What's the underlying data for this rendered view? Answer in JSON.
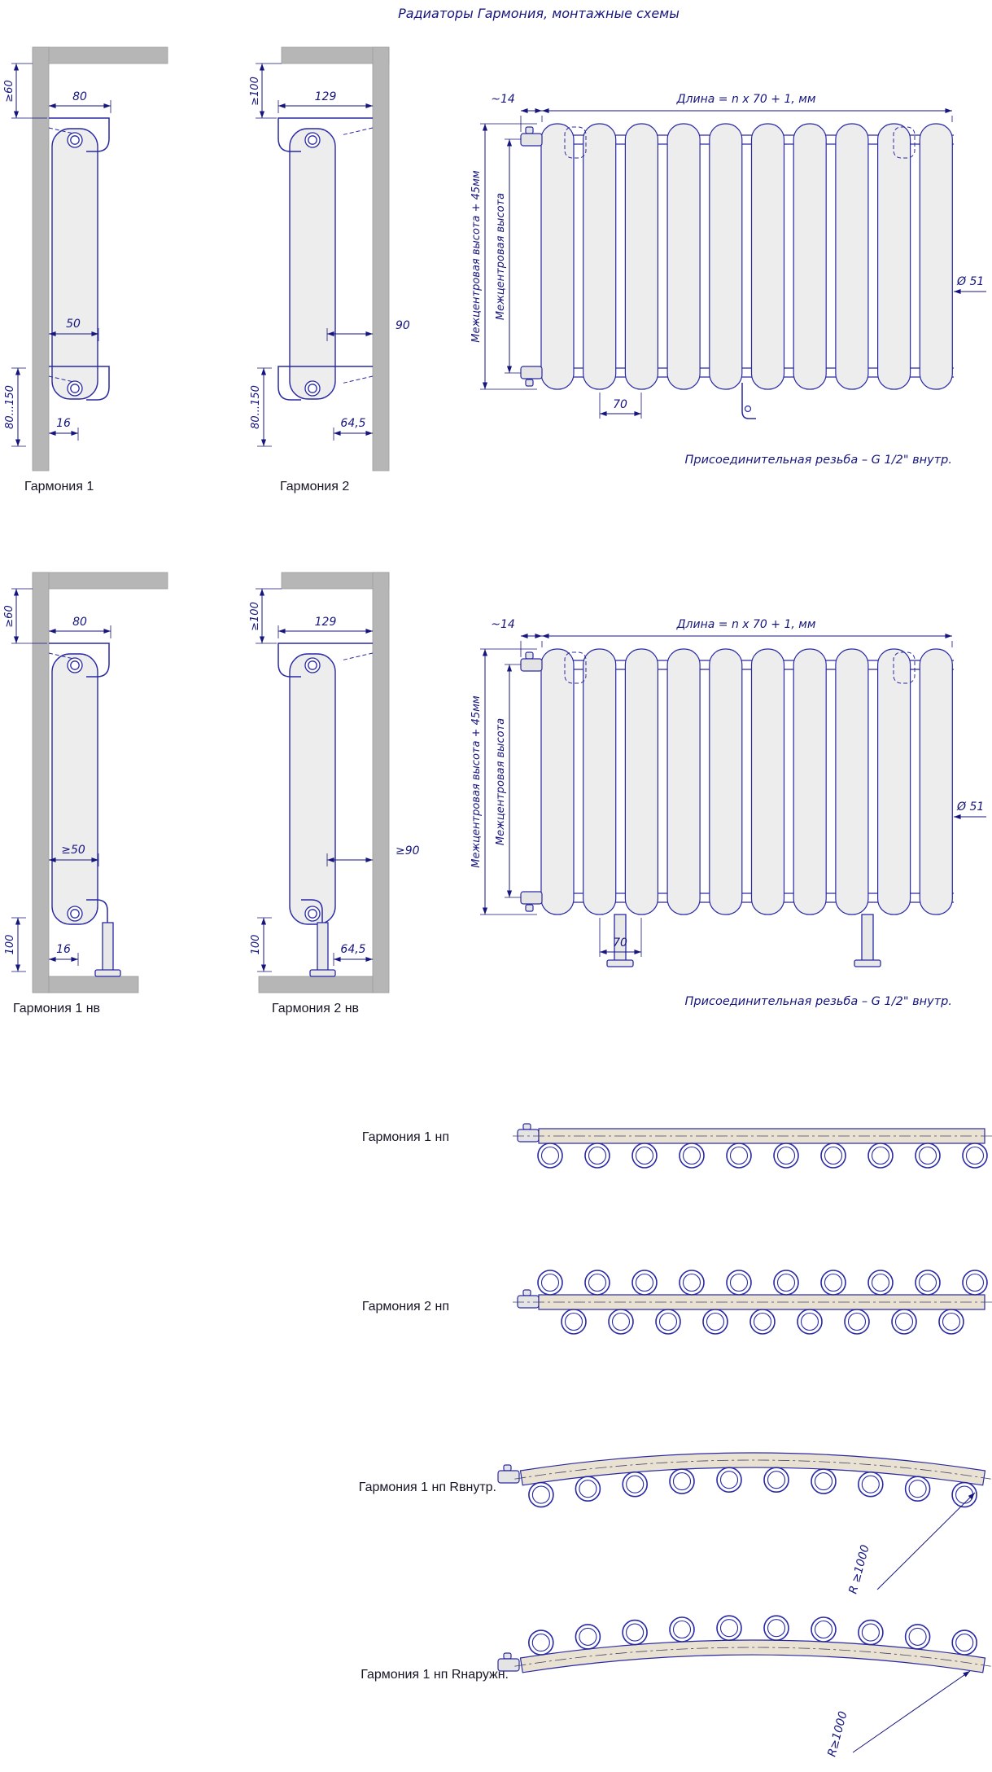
{
  "page": {
    "title": "Радиаторы Гармония, монтажные схемы"
  },
  "colors": {
    "line_blue": "#2929a3",
    "dim_navy": "#16167e",
    "wall_gray": "#b6b6b6",
    "panel_fill": "#ededed",
    "strip_beige": "#e9e2d2",
    "label_dark": "#161626"
  },
  "sections": {
    "wall": {
      "g1": {
        "label": "Гармония 1",
        "dim_top_gap": "≥60",
        "dim_width": "80",
        "dim_mid": "50",
        "dim_bottom": "16",
        "dim_range": "80...150"
      },
      "g2": {
        "label": "Гармония 2",
        "dim_top_gap": "≥100",
        "dim_width": "129",
        "dim_mid": "90",
        "dim_bottom": "64,5",
        "dim_range": "80...150"
      },
      "front": {
        "dim_edge": "~14",
        "dim_length": "Длина = n x 70 + 1, мм",
        "dim_height_outer": "Межцентровая высота + 45мм",
        "dim_height_inner": "Межцентровая высота",
        "dim_diameter": "Ø 51",
        "dim_pitch": "70",
        "note": "Присоединительная резьба – G 1/2\" внутр."
      }
    },
    "floor": {
      "g1": {
        "label": "Гармония 1 нв",
        "dim_top_gap": "≥60",
        "dim_width": "80",
        "dim_mid": "≥50",
        "dim_bottom": "16",
        "dim_range": "100"
      },
      "g2": {
        "label": "Гармония 2 нв",
        "dim_top_gap": "≥100",
        "dim_width": "129",
        "dim_mid": "≥90",
        "dim_bottom": "64,5",
        "dim_range": "100"
      },
      "front": {
        "dim_edge": "~14",
        "dim_length": "Длина = n x 70 + 1, мм",
        "dim_height_outer": "Межцентровая высота + 45мм",
        "dim_height_inner": "Межцентровая высота",
        "dim_diameter": "Ø 51",
        "dim_pitch": "70",
        "note": "Присоединительная резьба – G 1/2\" внутр."
      }
    },
    "top_views": {
      "row1": {
        "label": "Гармония 1 нп"
      },
      "row2": {
        "label": "Гармония 2 нп"
      },
      "row3": {
        "label": "Гармония 1 нп Rвнутр.",
        "radius": "R ≥1000"
      },
      "row4": {
        "label": "Гармония 1 нп Rнаружн.",
        "radius": "R≥1000"
      }
    }
  }
}
